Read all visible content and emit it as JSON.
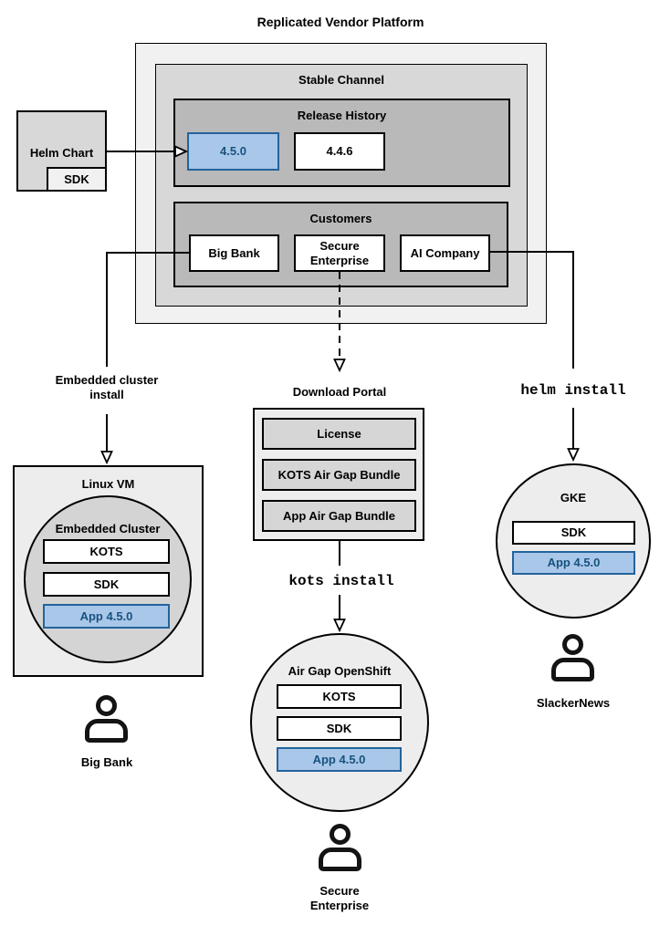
{
  "colors": {
    "highlight_fill": "#a9c7e9",
    "highlight_border": "#23639c",
    "highlight_text": "#17527f",
    "container_light": "#f1f1f1",
    "container_mid": "#d8d8d8",
    "container_dark": "#b9b9b9"
  },
  "platform": {
    "title": "Replicated Vendor Platform",
    "stable_channel_label": "Stable Channel",
    "release_history": {
      "label": "Release History",
      "versions": [
        "4.5.0",
        "4.4.6"
      ]
    },
    "customers": {
      "label": "Customers",
      "items": [
        "Big Bank",
        "Secure Enterprise",
        "AI Company"
      ]
    }
  },
  "helm_chart": {
    "label": "Helm Chart",
    "sdk_label": "SDK"
  },
  "edges": {
    "embedded_cluster_install": "Embedded cluster install",
    "helm_install": "helm install",
    "kots_install": "kots install"
  },
  "download_portal": {
    "label": "Download Portal",
    "items": [
      "License",
      "KOTS Air Gap Bundle",
      "App Air Gap Bundle"
    ]
  },
  "linux_vm": {
    "label": "Linux VM",
    "cluster": {
      "label": "Embedded Cluster",
      "components": [
        "KOTS",
        "SDK",
        "App 4.5.0"
      ]
    }
  },
  "air_gap_openshift": {
    "label": "Air Gap OpenShift",
    "components": [
      "KOTS",
      "SDK",
      "App 4.5.0"
    ]
  },
  "gke": {
    "label": "GKE",
    "components": [
      "SDK",
      "App 4.5.0"
    ]
  },
  "users": {
    "big_bank": "Big Bank",
    "secure_enterprise": "Secure Enterprise",
    "slackernews": "SlackerNews"
  }
}
